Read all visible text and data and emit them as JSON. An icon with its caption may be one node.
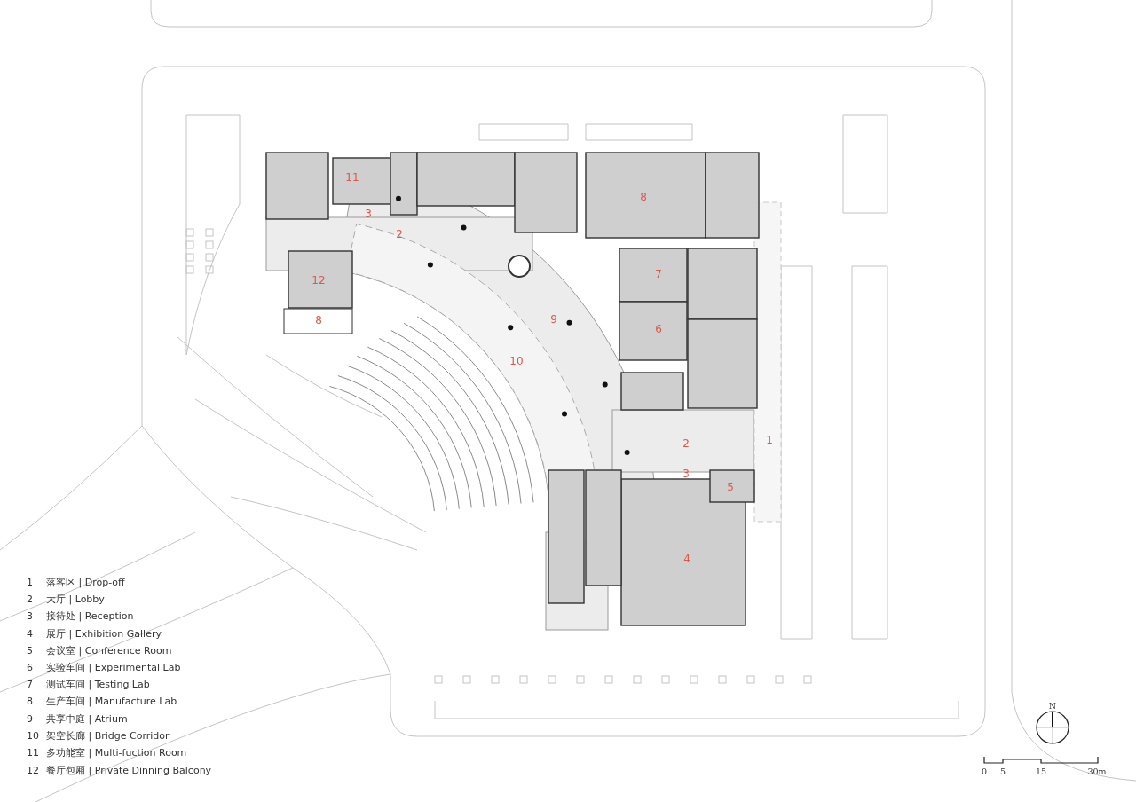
{
  "diagram": {
    "labels": [
      "11",
      "3",
      "2",
      "8",
      "7",
      "12",
      "8",
      "9",
      "6",
      "10",
      "2",
      "1",
      "3",
      "5",
      "4",
      "1",
      "落客区 | Drop-off",
      "2",
      "大厅 | Lobby",
      "3",
      "接待处 | Reception",
      "4",
      "展厅 | Exhibition Gallery",
      "5",
      "会议室 | Conference Room",
      "6",
      "实验车间 | Experimental Lab",
      "7",
      "测试车间 | Testing Lab",
      "8",
      "生产车间 | Manufacture Lab",
      "9",
      "共享中庭 | Atrium",
      "10",
      "架空长廊 | Bridge Corridor",
      "11",
      "多功能室 | Multi-fuction Room",
      "12",
      "餐厅包厢 | Private Dinning Balcony",
      "N",
      "0",
      "5",
      "15",
      "30m"
    ]
  }
}
